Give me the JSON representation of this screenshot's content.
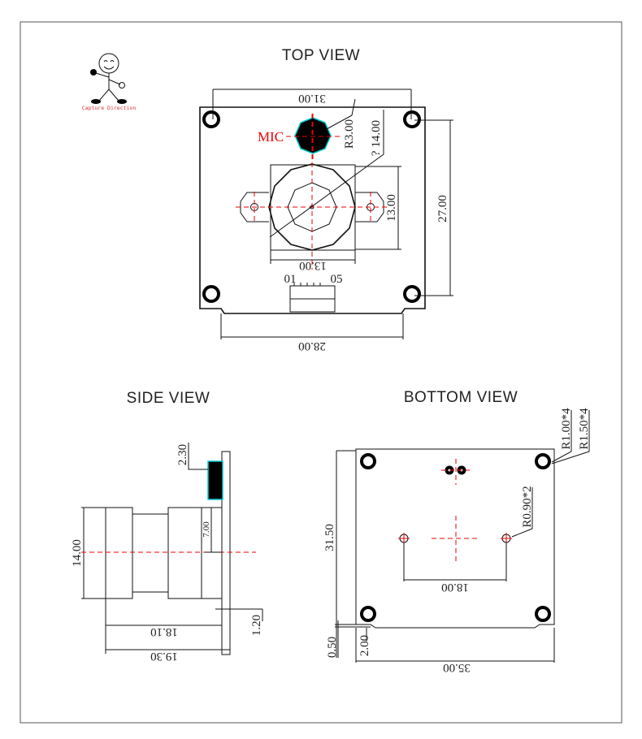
{
  "logo": {
    "caption": "Capture Direction",
    "caption_color": "#e03030"
  },
  "top_view": {
    "title": "TOP VIEW",
    "mic_label": "MIC",
    "mic_radius": "R3.00",
    "lens_diameter": "? 14.00",
    "width_overall": "31.00",
    "width_bottom": "28.00",
    "height_holes": "27.00",
    "lens_height": "13.00",
    "lens_width": "13.00",
    "pin_first": "01",
    "pin_last": "05"
  },
  "side_view": {
    "title": "SIDE VIEW",
    "chip_height": "2.30",
    "lens_diameter": "14.00",
    "lens_half": "7.00",
    "board_thickness": "1.20",
    "lens_length": "18.10",
    "total_length": "19.30"
  },
  "bottom_view": {
    "title": "BOTTOM  VIEW",
    "hole_r1": "R1.00*4",
    "hole_r2": "R1.50*4",
    "small_hole": "R0.90*2",
    "height": "31.50",
    "hole_spacing": "18.00",
    "offset_a": "0.50",
    "offset_b": "2.00",
    "width": "35.00"
  },
  "colors": {
    "centerline": "#e00000",
    "outline_highlight": "#00c8d0",
    "mic_fill": "#000000"
  }
}
